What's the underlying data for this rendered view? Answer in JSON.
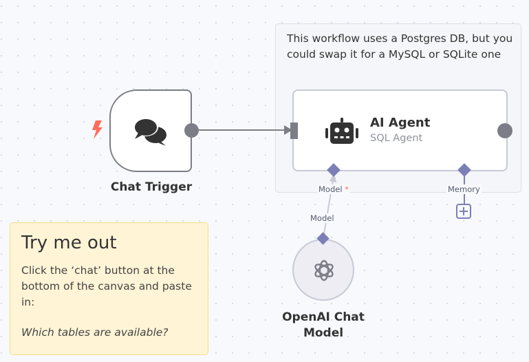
{
  "canvas": {
    "background": "#f8f9fc",
    "accent_port_color": "#7b7fb6",
    "trigger_color": "#ff6d5a"
  },
  "sticky_notes": {
    "info": {
      "text": "This workflow uses a Postgres DB, but you could swap it for a MySQL or SQLite one"
    },
    "try_me": {
      "title": "Try me out",
      "body": "Click the ‘chat’ button at the bottom of the canvas and paste in:",
      "example": "Which tables are available?"
    }
  },
  "nodes": {
    "chat_trigger": {
      "label": "Chat Trigger",
      "icon": "chat-bubbles-icon",
      "badge_icon": "lightning-bolt-icon"
    },
    "ai_agent": {
      "title": "AI Agent",
      "subtitle": "SQL Agent",
      "icon": "robot-icon"
    },
    "openai_chat_model": {
      "label": "OpenAI Chat Model",
      "icon": "openai-logo-icon"
    }
  },
  "ports": {
    "model": {
      "label": "Model",
      "required_marker": "*"
    },
    "memory": {
      "label": "Memory"
    },
    "openai_output": {
      "label": "Model"
    }
  }
}
